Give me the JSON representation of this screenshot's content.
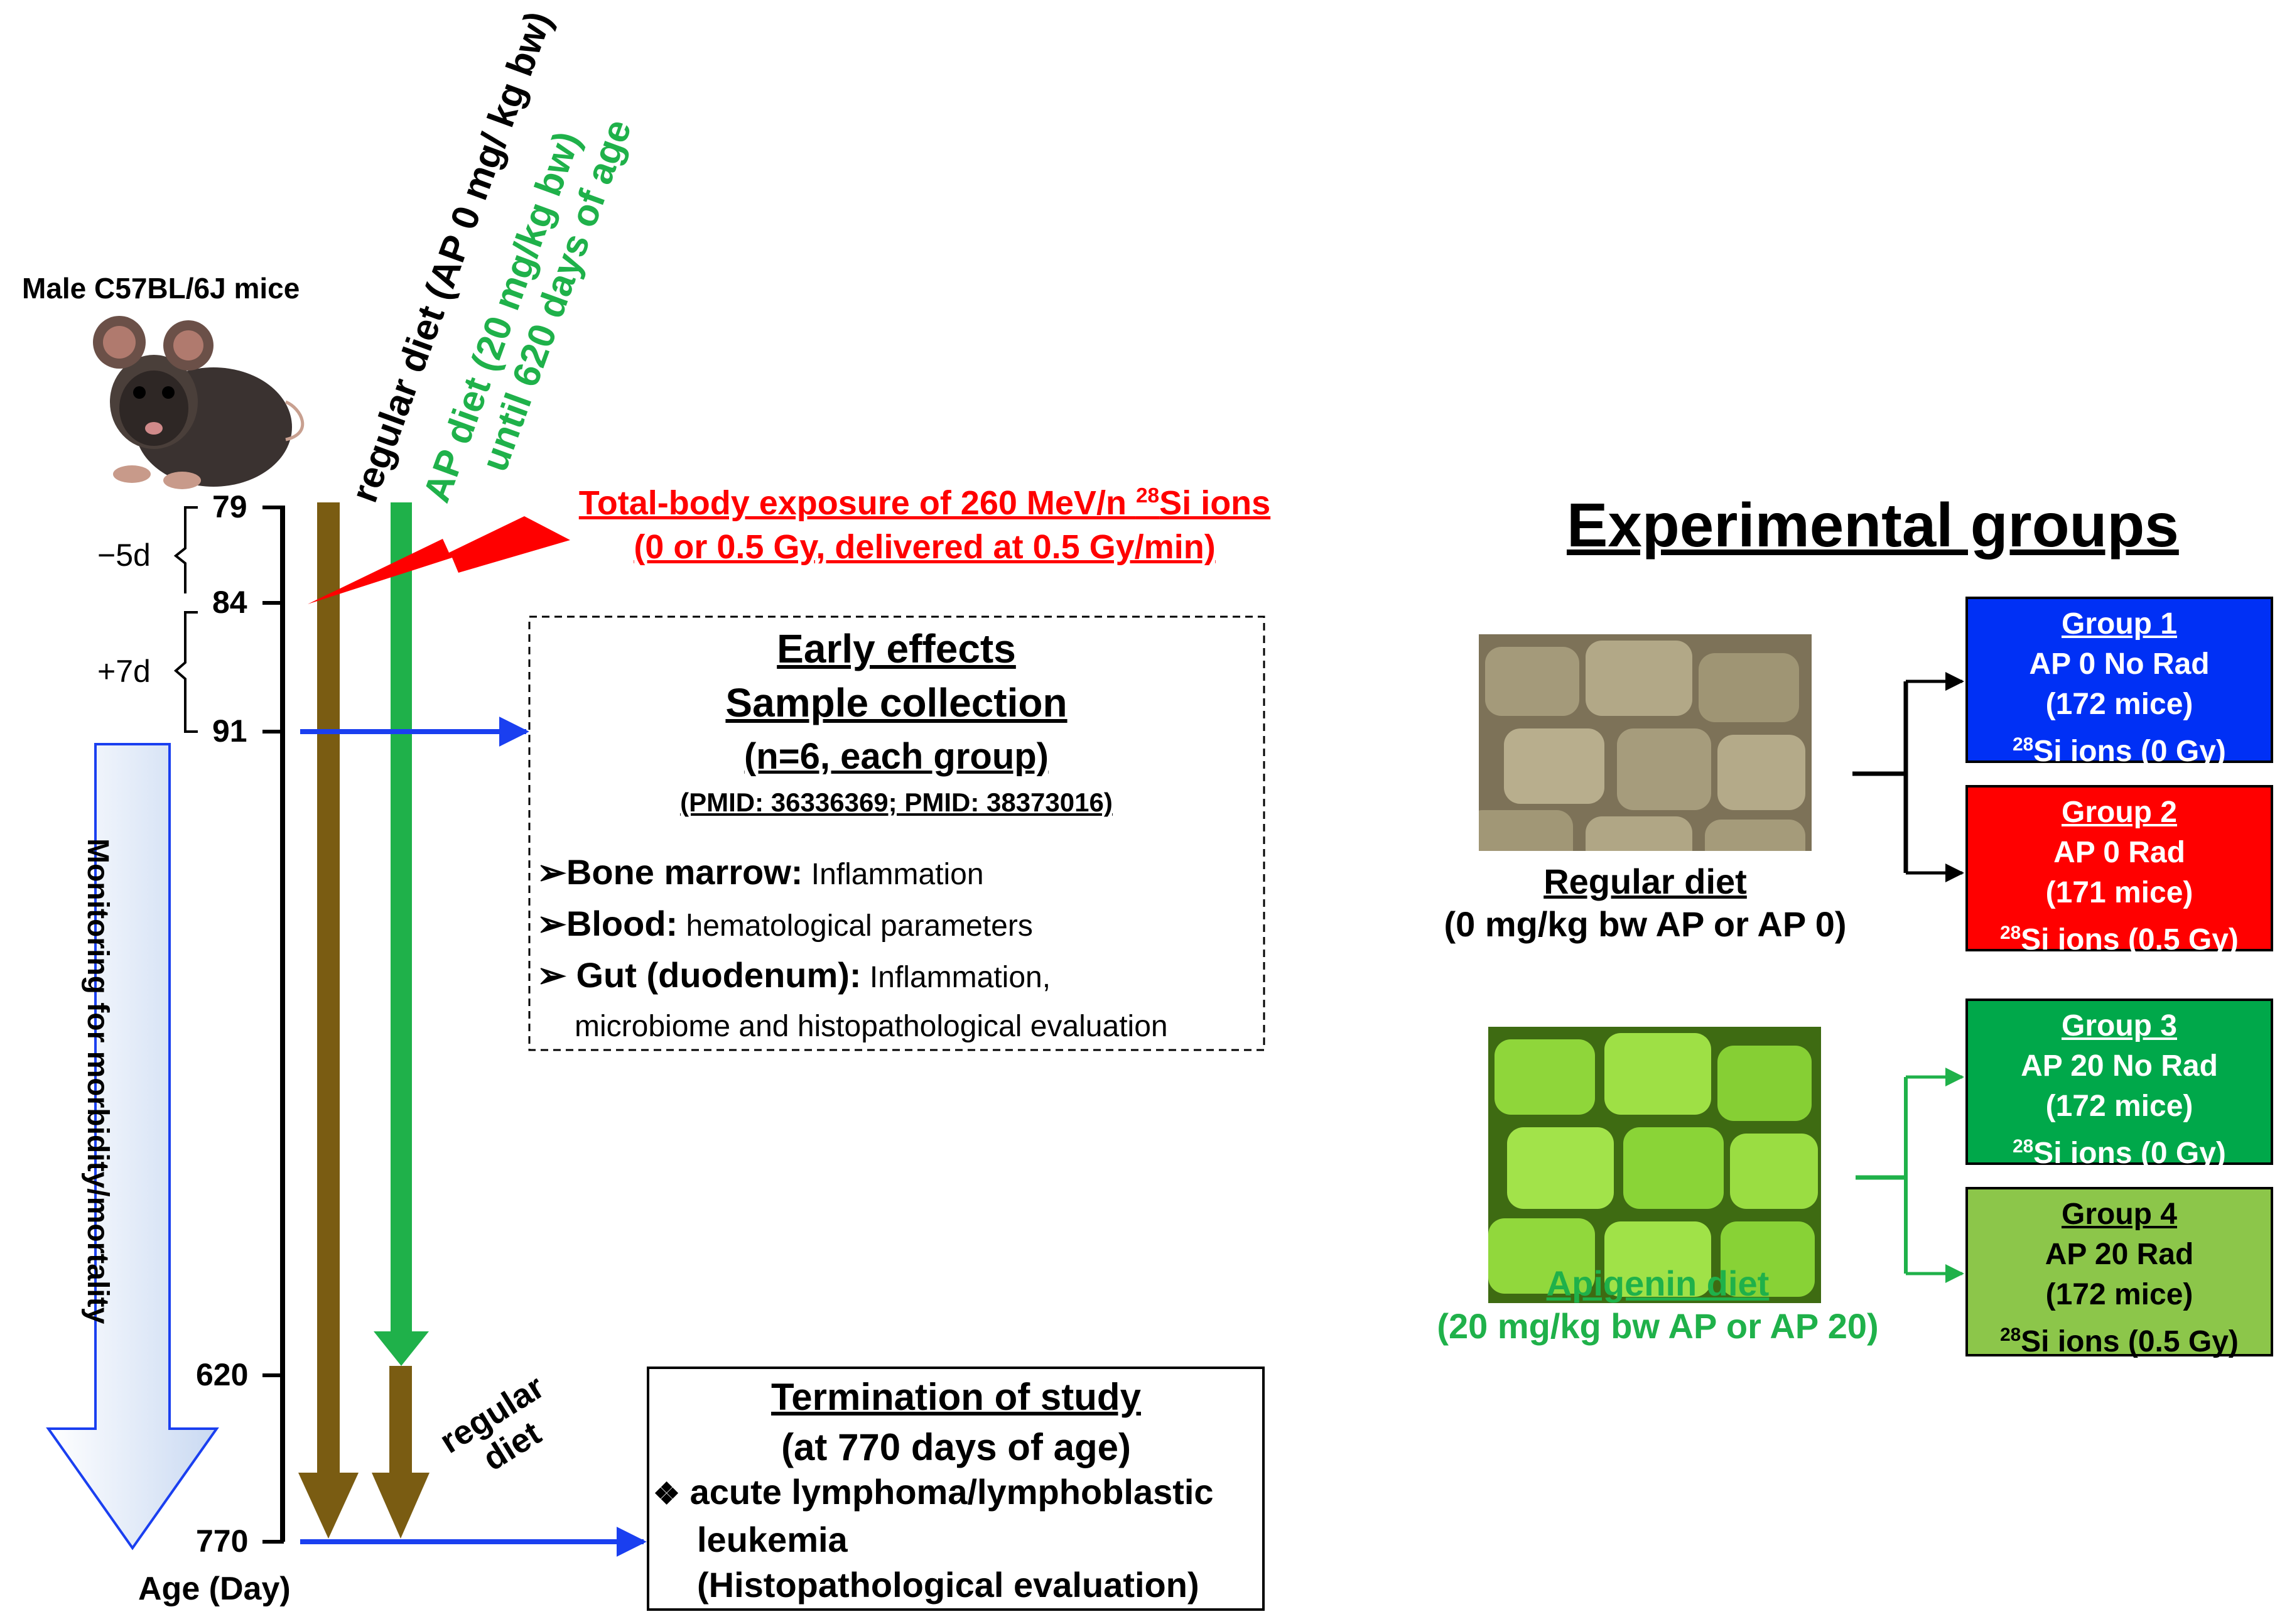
{
  "mouse": {
    "label": "Male C57BL/6J mice"
  },
  "diets": {
    "regular_label": "regular diet (AP 0 mg/ kg bw)",
    "ap_label_line1": "AP diet (20 mg/kg bw)",
    "ap_label_line2": "until 620 days of age",
    "post_label_line1": "regular",
    "post_label_line2": "diet"
  },
  "timeline": {
    "ticks": [
      "79",
      "84",
      "91",
      "620",
      "770"
    ],
    "minus_label": "−5d",
    "plus_label": "+7d",
    "axis_label": "Age (Day)",
    "monitor_label": "Monitoring for morbidity/mortality"
  },
  "exposure": {
    "line1_prefix": "Total-body exposure of 260 MeV/n ",
    "line1_sup": "28",
    "line1_suffix": "Si ions",
    "line2": "(0 or 0.5 Gy, delivered at 0.5 Gy/min)"
  },
  "early": {
    "title1": "Early effects",
    "title2": "Sample collection",
    "title3": "(n=6, each group)",
    "pmid": "(PMID: 36336369; PMID: 38373016)",
    "items": [
      {
        "bullet": "➢",
        "head": "Bone marrow:",
        "text": " Inflammation"
      },
      {
        "bullet": "➢",
        "head": "Blood:",
        "text": " hematological parameters"
      },
      {
        "bullet": "➢ ",
        "head": "Gut (duodenum):",
        "text": "  Inflammation,"
      }
    ],
    "item_cont": "microbiome and histopathological evaluation"
  },
  "termination": {
    "title": "Termination of study",
    "subtitle": "(at 770 days of age)",
    "bullet": "❖",
    "line1": "acute lymphoma/lymphoblastic",
    "line2": "leukemia",
    "line3": "(Histopathological evaluation)"
  },
  "groups_title": "Experimental groups",
  "regular_diet": {
    "name": "Regular diet",
    "detail": "(0 mg/kg bw AP or AP 0)"
  },
  "apigenin_diet": {
    "name": "Apigenin diet",
    "detail": "(20 mg/kg bw AP or AP 20)"
  },
  "groups": [
    {
      "title": "Group 1",
      "l1": "AP 0 No Rad",
      "l2": "(172 mice)",
      "sup": "28",
      "l3": "Si ions (0 Gy)"
    },
    {
      "title": "Group 2",
      "l1": "AP 0 Rad",
      "l2": "(171 mice)",
      "sup": "28",
      "l3": "Si ions (0.5 Gy)"
    },
    {
      "title": "Group 3",
      "l1": "AP 20 No Rad",
      "l2": "(172 mice)",
      "sup": "28",
      "l3": "Si ions (0 Gy)"
    },
    {
      "title": "Group 4",
      "l1": "AP 20 Rad",
      "l2": "(172 mice)",
      "sup": "28",
      "l3": "Si ions (0.5 Gy)"
    }
  ],
  "colors": {
    "brown": "#7a5c12",
    "green_arrow": "#1fb14a",
    "red": "#ff0000",
    "blue": "#1a3ff0",
    "group1": "#0030f5",
    "group2": "#ff0000",
    "group3": "#00a84a",
    "group4": "#8cc64a",
    "green_text": "#1fb14a"
  }
}
